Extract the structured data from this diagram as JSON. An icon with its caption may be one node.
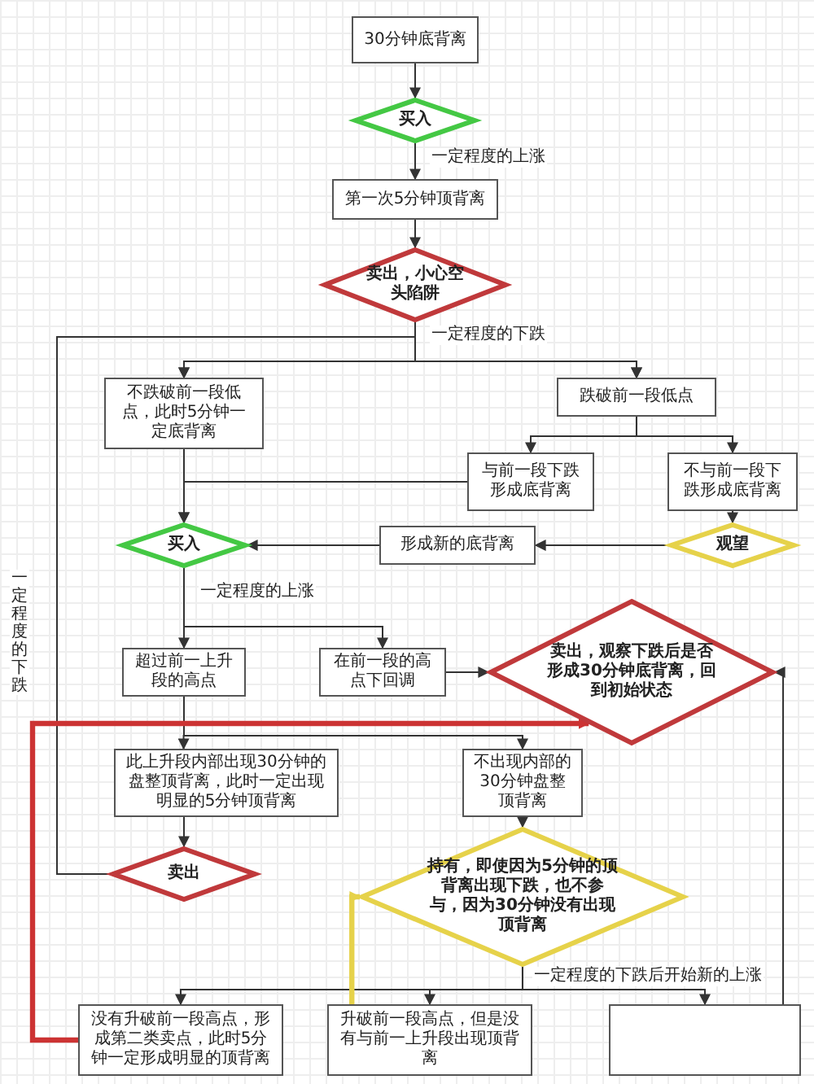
{
  "diagram": {
    "nodes": [
      {
        "text": [
          "30分钟底背离"
        ]
      },
      {
        "text": [
          "买入"
        ]
      },
      {
        "text": [
          "第一次5分钟顶背离"
        ]
      },
      {
        "text": [
          "卖出，小心空头陷阱"
        ]
      },
      {
        "text": [
          "不跌破前一段低点，此时5分钟一定底背离"
        ]
      },
      {
        "text": [
          "跌破前一段低点"
        ]
      },
      {
        "text": [
          "与前一段下跌形成底背离"
        ]
      },
      {
        "text": [
          "不与前一段下跌形成底背离"
        ]
      },
      {
        "text": [
          "买入"
        ]
      },
      {
        "text": [
          "形成新的底背离"
        ]
      },
      {
        "text": [
          "观望"
        ]
      },
      {
        "text": [
          "超过前一上升段的高点"
        ]
      },
      {
        "text": [
          "在前一段的高点下回调"
        ]
      },
      {
        "text": [
          "卖出，观察下跌后是否形成30分钟底背离，回到初始状态"
        ]
      },
      {
        "text": [
          "此上升段内部出现30分钟的盘整顶背离，此时一定出现明显的5分钟顶背离"
        ]
      },
      {
        "text": [
          "不出现内部的30分钟盘整顶背离"
        ]
      },
      {
        "text": [
          "卖出"
        ]
      },
      {
        "text": [
          "持有，即使因为5分钟的顶背离出现下跌，也不参与，因为30分钟没有出现顶背离"
        ]
      },
      {
        "text": [
          "没有升破前一段高点，形成第二类卖点，此时5分钟一定形成明显的顶背离"
        ]
      },
      {
        "text": [
          "升破前一段高点，但是没有与前一上升段出现顶背离"
        ]
      },
      {
        "text": [],
        "shape": "box"
      }
    ],
    "edges": [
      {
        "from": 0,
        "to": 1,
        "arrow": "to"
      },
      {
        "from": 1,
        "to": 2,
        "arrow": "to",
        "label": "一定程度的上涨"
      },
      {
        "from": 2,
        "to": 3,
        "arrow": "to"
      },
      {
        "from": 3,
        "to": 4,
        "arrow": "to",
        "label": "一定程度的下跌"
      },
      {
        "from": 3,
        "to": 5,
        "arrow": "to"
      },
      {
        "from": 16,
        "to": 4,
        "arrow": "to",
        "label": "一定程度的下跌"
      },
      {
        "from": 16,
        "to": 5,
        "arrow": "to"
      },
      {
        "from": 5,
        "to": 6,
        "arrow": "to"
      },
      {
        "from": 5,
        "to": 7,
        "arrow": "to"
      },
      {
        "from": 4,
        "to": 8,
        "arrow": "to"
      },
      {
        "from": 6,
        "to": 8,
        "arrow": "to"
      },
      {
        "from": 7,
        "to": 10,
        "arrow": "to"
      },
      {
        "from": 10,
        "to": 9,
        "arrow": "to"
      },
      {
        "from": 9,
        "to": 8,
        "arrow": "to"
      },
      {
        "from": 8,
        "to": 11,
        "arrow": "to",
        "label": "一定程度的上涨"
      },
      {
        "from": 8,
        "to": 12,
        "arrow": "to"
      },
      {
        "from": 12,
        "to": 13,
        "arrow": "to"
      },
      {
        "from": 11,
        "to": 14,
        "arrow": "to"
      },
      {
        "from": 11,
        "to": 15,
        "arrow": "to"
      },
      {
        "from": 14,
        "to": 16,
        "arrow": "to"
      },
      {
        "from": 15,
        "to": 17,
        "arrow": "to"
      },
      {
        "from": 17,
        "to": 18,
        "arrow": "to",
        "label": "一定程度的下跌后开始新的上涨"
      },
      {
        "from": 17,
        "to": 19,
        "arrow": "to"
      },
      {
        "from": 17,
        "to": 20,
        "arrow": "to"
      },
      {
        "from": 18,
        "to": 13,
        "arrow": "to",
        "style": "thick",
        "color": "#cc3333"
      },
      {
        "from": 19,
        "to": 17,
        "arrow": "to",
        "style": "thick",
        "color": "#e6d24a"
      },
      {
        "from": 20,
        "to": 13,
        "arrow": "to"
      }
    ]
  }
}
